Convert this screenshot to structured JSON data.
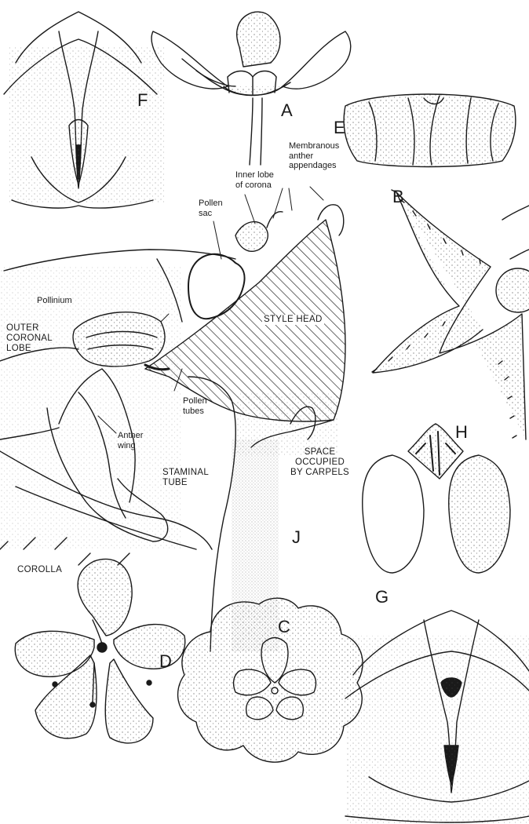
{
  "figure": {
    "panel_letters": [
      "A",
      "B",
      "C",
      "D",
      "E",
      "F",
      "G",
      "H",
      "J"
    ],
    "labels": {
      "membranous_anther_appendages": [
        "Membranous",
        "anther",
        "appendages"
      ],
      "inner_lobe_of_corona": [
        "Inner lobe",
        "of corona"
      ],
      "pollen_sac": [
        "Pollen",
        "sac"
      ],
      "pollinium": "Pollinium",
      "outer_coronal_lobe": [
        "OUTER",
        "CORONAL",
        "LOBE"
      ],
      "style_head": "STYLE HEAD",
      "pollen_tubes": [
        "Pollen",
        "tubes"
      ],
      "anther_wing": [
        "Anther",
        "wing"
      ],
      "staminal_tube": [
        "STAMINAL",
        "TUBE"
      ],
      "space_occupied_by_carpels": [
        "SPACE",
        "OCCUPIED",
        "BY CARPELS"
      ],
      "corolla": "COROLLA"
    }
  },
  "colors": {
    "ink": "#1a1a1a",
    "paper": "#ffffff",
    "stipple": "#555555"
  }
}
